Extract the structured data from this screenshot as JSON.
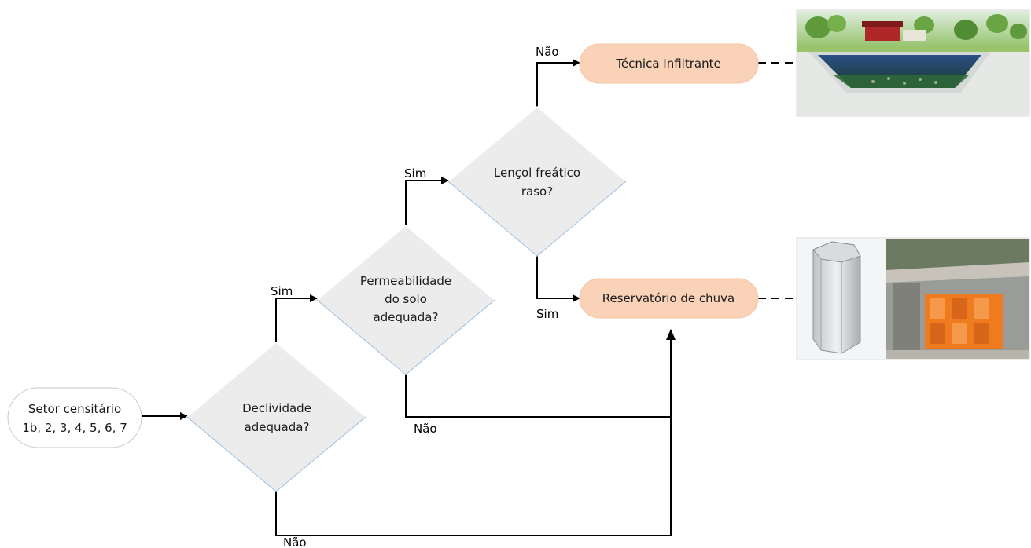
{
  "nodes": {
    "start": {
      "line1": "Setor censitário",
      "line2": "1b, 2, 3, 4, 5, 6, 7"
    },
    "decision_declividade": {
      "line1": "Declividade",
      "line2": "adequada?"
    },
    "decision_permeabilidade": {
      "line1": "Permeabilidade",
      "line2": "do solo",
      "line3": "adequada?"
    },
    "decision_lencol": {
      "line1": "Lençol freático",
      "line2": "raso?"
    },
    "terminal_infiltrante": {
      "label": "Técnica Infiltrante"
    },
    "terminal_reservatorio": {
      "label": "Reservatório de chuva"
    }
  },
  "edge_labels": {
    "declividade_sim": "Sim",
    "declividade_nao": "Não",
    "permeabilidade_sim": "Sim",
    "permeabilidade_nao": "Não",
    "lencol_nao": "Não",
    "lencol_sim": "Sim"
  },
  "colors": {
    "diamond_fill": "#ececec",
    "terminal_fill": "#f9d2b8",
    "line": "#000000"
  }
}
